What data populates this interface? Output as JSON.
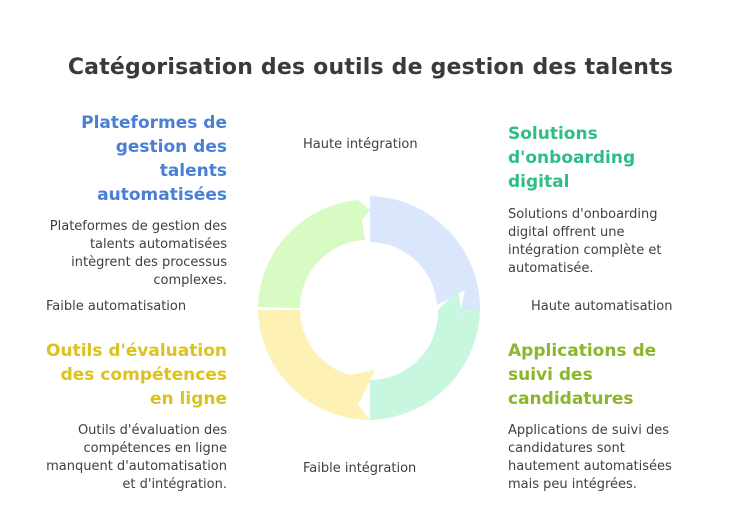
{
  "title": "Catégorisation des outils de gestion des talents",
  "axes": {
    "top": "Haute intégration",
    "bottom": "Faible intégration",
    "left": "Faible automatisation",
    "right": "Haute automatisation"
  },
  "quadrants": {
    "top_left": {
      "title_lines": [
        "Plateformes de",
        "gestion des",
        "talents",
        "automatisées"
      ],
      "desc_lines": [
        "Plateformes de gestion des",
        "talents automatisées",
        "intègrent des processus",
        "complexes."
      ],
      "color": "#4a7fd6",
      "fill": "#d7fbc3"
    },
    "top_right": {
      "title_lines": [
        "Solutions",
        "d'onboarding",
        "digital"
      ],
      "desc_lines": [
        "Solutions d'onboarding",
        "digital offrent une",
        "intégration complète et",
        "automatisée."
      ],
      "color": "#2ebd84",
      "fill": "#d9e6fc"
    },
    "bottom_left": {
      "title_lines": [
        "Outils d'évaluation",
        "des compétences",
        "en ligne"
      ],
      "desc_lines": [
        "Outils d'évaluation des",
        "compétences en ligne",
        "manquent d'automatisation",
        "et d'intégration."
      ],
      "color": "#dcc21e",
      "fill": "#fdf2b3"
    },
    "bottom_right": {
      "title_lines": [
        "Applications de",
        "suivi des",
        "candidatures"
      ],
      "desc_lines": [
        "Applications de suivi des",
        "candidatures sont",
        "hautement automatisées",
        "mais peu intégrées."
      ],
      "color": "#8db52c",
      "fill": "#c8f7e0"
    }
  }
}
